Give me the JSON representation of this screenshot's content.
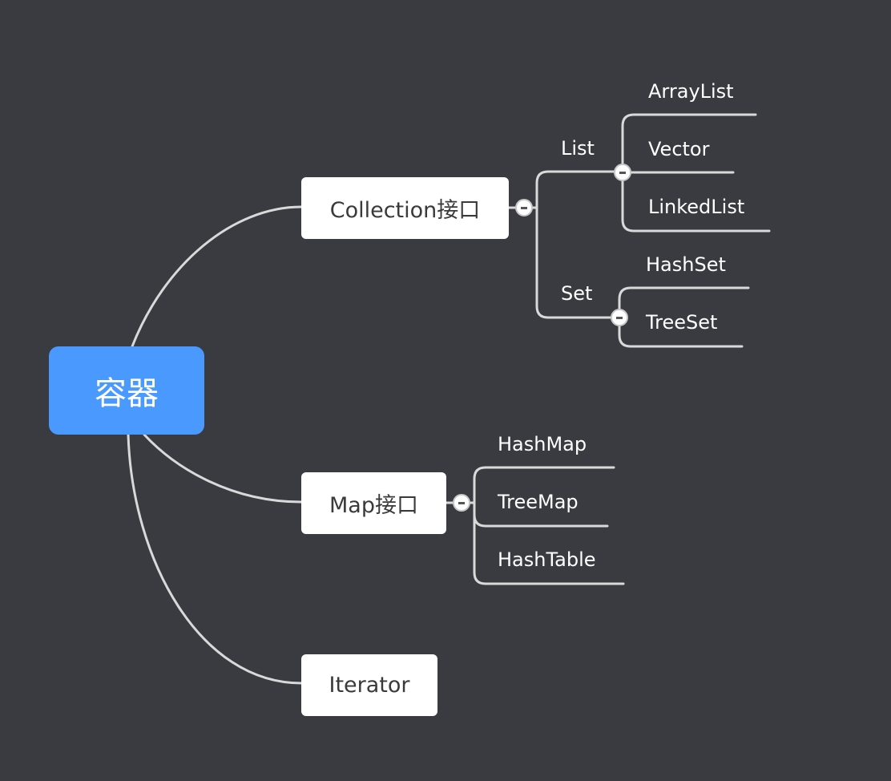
{
  "root": {
    "label": "容器"
  },
  "branches": {
    "collection": {
      "label": "Collection接口",
      "list": {
        "label": "List",
        "items": [
          "ArrayList",
          "Vector",
          "LinkedList"
        ]
      },
      "set": {
        "label": "Set",
        "items": [
          "HashSet",
          "TreeSet"
        ]
      }
    },
    "map": {
      "label": "Map接口",
      "items": [
        "HashMap",
        "TreeMap",
        "HashTable"
      ]
    },
    "iterator": {
      "label": "Iterator"
    }
  },
  "colors": {
    "background": "#393b40",
    "root": "#4a99ff",
    "node": "#ffffff",
    "line": "#d9d9d9"
  }
}
